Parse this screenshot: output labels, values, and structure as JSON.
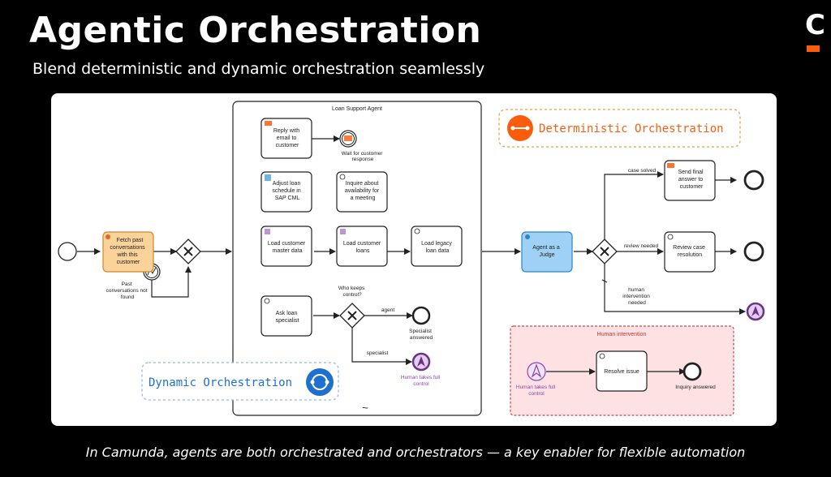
{
  "header": {
    "title": "Agentic Orchestration",
    "subtitle": "Blend deterministic and dynamic orchestration seamlessly",
    "logo_letter": "C"
  },
  "footer": {
    "caption": "In Camunda, agents are both orchestrated and orchestrators — a key enabler for flexible automation"
  },
  "colors": {
    "accent_orange": "#fc5d0d",
    "dynamic_blue": "#1f6fd1",
    "task_orange_fill": "#fbd39a",
    "task_blue_fill": "#9fd0f5",
    "human_pink_fill": "#fde1e3",
    "purple": "#8e44ad"
  },
  "diagram": {
    "agent_subprocess": {
      "title": "Loan Support Agent",
      "tasks": {
        "reply": [
          "Reply with",
          "email to",
          "customer"
        ],
        "wait": [
          "Wait for customer",
          "response"
        ],
        "adjust": [
          "Adjust loan",
          "schedule in",
          "SAP CML"
        ],
        "inquire": [
          "Inquire about",
          "availability for",
          "a meeting"
        ],
        "load_master": [
          "Load customer",
          "master data"
        ],
        "load_loans": [
          "Load customer",
          "loans"
        ],
        "load_legacy": [
          "Load legacy",
          "loan data"
        ],
        "ask_specialist": [
          "Ask loan",
          "specialist"
        ]
      },
      "gateway_question": [
        "Who keeps",
        "control?"
      ],
      "flow_agent": "agent",
      "flow_specialist": "specialist",
      "end_specialist_answered": [
        "Specialist",
        "answered"
      ],
      "end_human_takes_control": [
        "Human takes full",
        "control"
      ],
      "collapse_marker": "~"
    },
    "fetch_task": [
      "Fetch past",
      "conversations",
      "with this",
      "customer"
    ],
    "not_found_label": [
      "Past",
      "conversations not",
      "found"
    ],
    "judge_task": [
      "Agent as a",
      "Judge"
    ],
    "flows": {
      "case_solved": "case solved",
      "review_needed": "review needed",
      "human_intervention": [
        "human",
        "intervention",
        "needed"
      ]
    },
    "send_final": [
      "Send final",
      "answer to",
      "customer"
    ],
    "review_case": [
      "Review case",
      "resolution"
    ],
    "human_intervention": {
      "title": "Human intervention",
      "start": [
        "Human takes full",
        "control"
      ],
      "task": "Resolve issue",
      "end": "Inquiry answered"
    },
    "deterministic_label": "Deterministic Orchestration",
    "dynamic_label": "Dynamic Orchestration"
  }
}
